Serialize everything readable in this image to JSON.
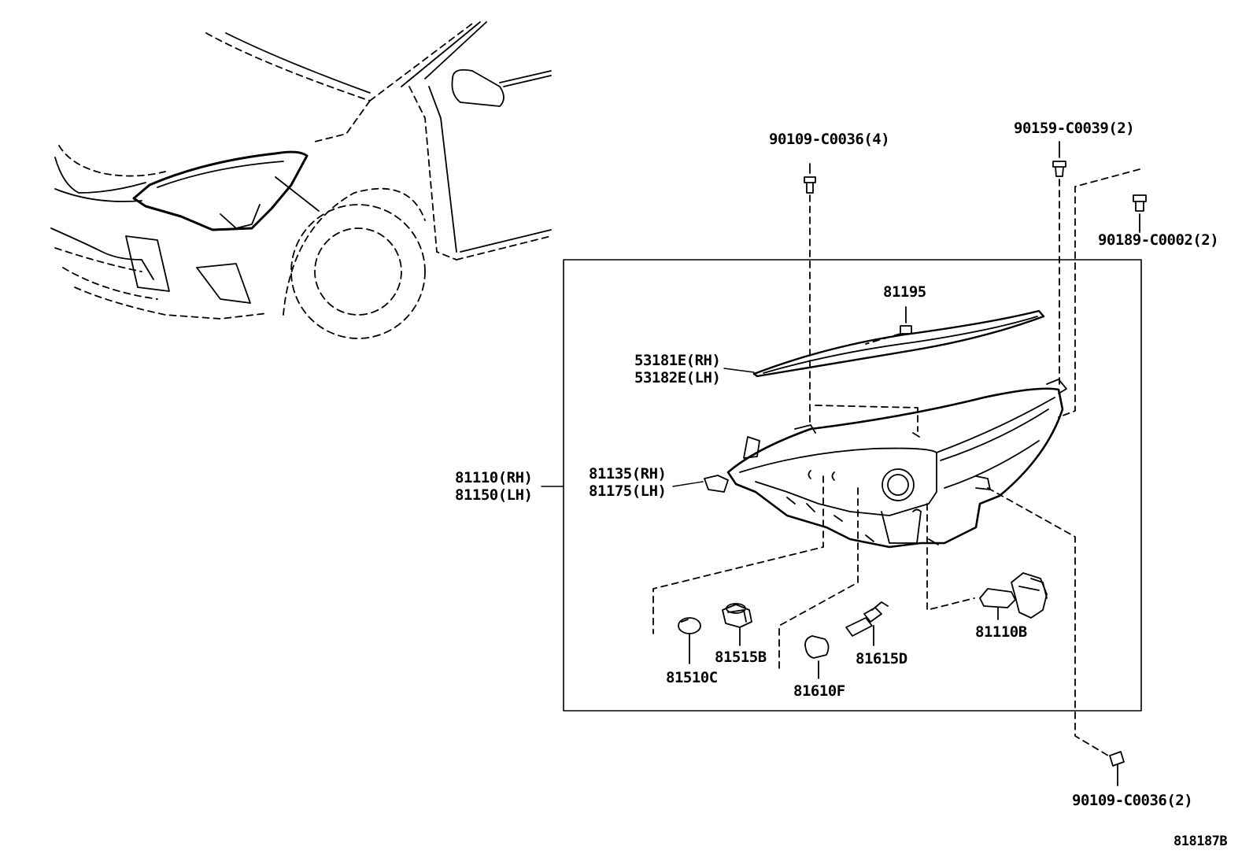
{
  "labels": {
    "fastener_top_left": "90109-C0036(4)",
    "fastener_top_mid": "90159-C0039(2)",
    "fastener_top_right": "90189-C0002(2)",
    "fastener_bottom": "90109-C0036(2)",
    "part_81195": "81195",
    "garnish_rh": "53181E(RH)",
    "garnish_lh": "53182E(LH)",
    "unit_rh": "81110(RH)",
    "unit_lh": "81150(LH)",
    "housing_rh": "81135(RH)",
    "housing_lh": "81175(LH)",
    "bulb_81515b": "81515B",
    "bulb_81510c": "81510C",
    "bulb_81610f": "81610F",
    "bulb_81615d": "81615D",
    "bulb_81110b": "81110B",
    "diagram_id": "818187B"
  }
}
